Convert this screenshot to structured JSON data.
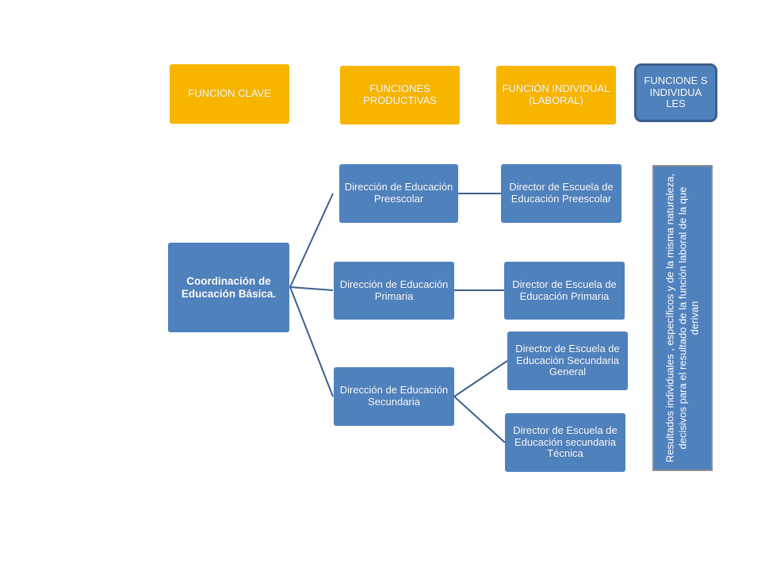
{
  "headers": {
    "funcion_clave": "FUNCIÓN CLAVE",
    "funciones_productivas": "FUNCIONES PRODUCTIVAS",
    "funcion_individual": "FUNCIÓN INDIVIDUAL (LABORAL)",
    "funciones_individuales": "FUNCIONE S INDIVIDUA LES"
  },
  "root": {
    "label": "Coordinación de Educación Básica."
  },
  "direcciones": [
    {
      "label": "Dirección de Educación Preescolar"
    },
    {
      "label": "Dirección de Educación Primaria"
    },
    {
      "label": "Dirección de Educación Secundaria"
    }
  ],
  "directores": [
    {
      "label": "Director de Escuela de Educación Preescolar"
    },
    {
      "label": "Director de Escuela de Educación Primaria"
    },
    {
      "label": "Director de Escuela de Educación Secundaria General"
    },
    {
      "label": "Director de Escuela de Educación secundaria Técnica"
    }
  ],
  "resultados": {
    "text": "Resultados individuales , específicos y de la misma naturaleza, decisivos para el resultado de la función laboral de la que derivan"
  },
  "colors": {
    "header": "#f7b500",
    "box": "#4f81bd",
    "connector": "#3b5f8f"
  }
}
